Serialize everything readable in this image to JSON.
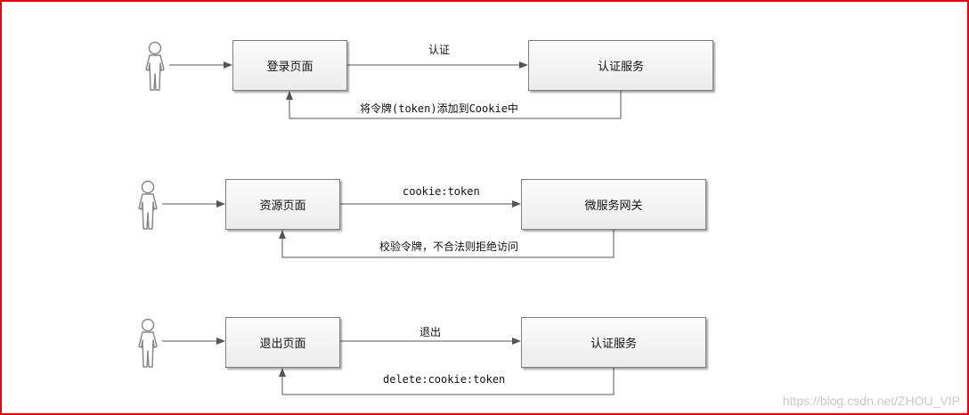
{
  "flows": [
    {
      "source_box": "登录页面",
      "target_box": "认证服务",
      "forward_label": "认证",
      "return_label": "将令牌(token)添加到Cookie中"
    },
    {
      "source_box": "资源页面",
      "target_box": "微服务网关",
      "forward_label": "cookie:token",
      "return_label": "校验令牌，不合法则拒绝访问"
    },
    {
      "source_box": "退出页面",
      "target_box": "认证服务",
      "forward_label": "退出",
      "return_label": "delete:cookie:token"
    }
  ],
  "watermark": "https://blog.csdn.net/ZHOU_VIP",
  "colors": {
    "frame_border": "#e8000b",
    "box_border": "#7f7f7f",
    "line": "#555555",
    "actor": "#888888"
  },
  "icons": [
    "actor-icon"
  ]
}
